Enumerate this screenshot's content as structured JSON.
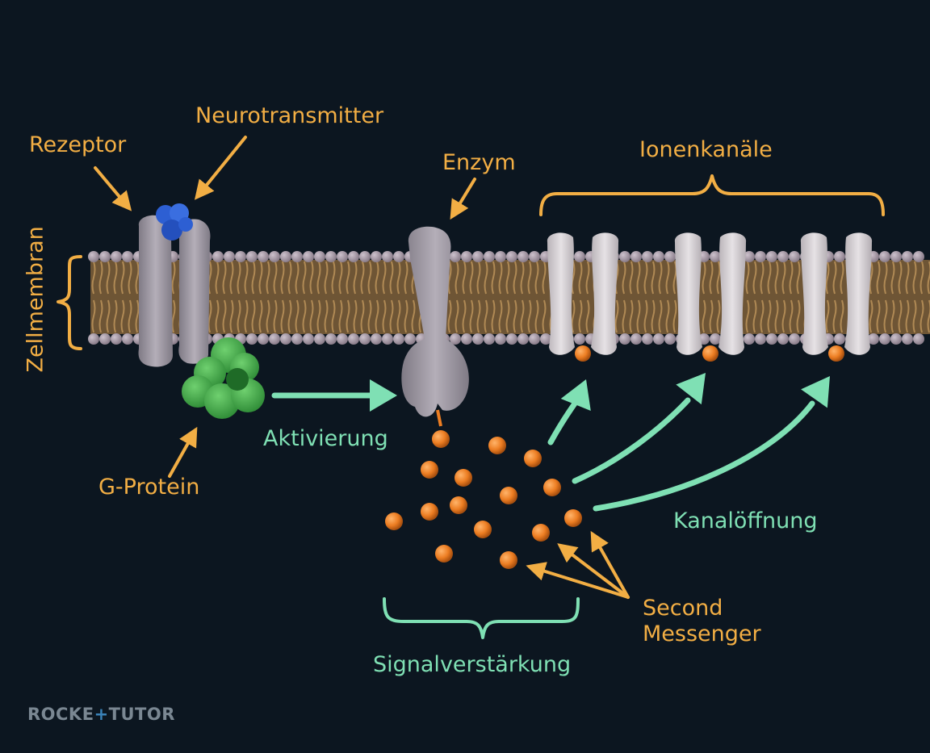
{
  "labels": {
    "rezeptor": "Rezeptor",
    "neurotransmitter": "Neurotransmitter",
    "zellmembran": "Zellmembran",
    "g_protein": "G-Protein",
    "aktivierung": "Aktivierung",
    "enzym": "Enzym",
    "ionenkanaele": "Ionenkanäle",
    "kanaloeffnung": "Kanalöffnung",
    "second_messenger_line1": "Second",
    "second_messenger_line2": "Messenger",
    "signalverstaerkung": "Signalverstärkung"
  },
  "logo": {
    "left": "ROCKE",
    "mid": "+",
    "right": "TUTOR"
  },
  "colors": {
    "background": "#0c1620",
    "label_orange": "#f2ae44",
    "label_mint": "#7fe0b4",
    "membrane_head": "#a89aa8",
    "membrane_tail": "#9a7b4e",
    "protein_grey": "#9f9aa3",
    "channel_light": "#d8d3d6",
    "g_protein_green": "#46b04e",
    "neurotransmitter_blue": "#2d5fd3",
    "messenger_orange": "#ec7d22"
  }
}
